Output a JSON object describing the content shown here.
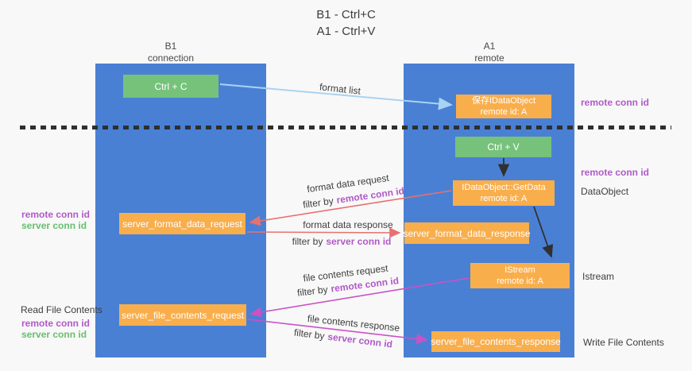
{
  "title": {
    "line1": "B1 - Ctrl+C",
    "line2": "A1 - Ctrl+V"
  },
  "lanes": {
    "left": {
      "name": "B1",
      "role": "connection"
    },
    "right": {
      "name": "A1",
      "role": "remote"
    }
  },
  "boxes": {
    "ctrl_c": "Ctrl + C",
    "ctrl_v": "Ctrl + V",
    "save_dataobject": {
      "line1": "保存IDataObject",
      "line2": "remote id: A"
    },
    "getdata": {
      "line1": "IDataObject::GetData",
      "line2": "remote id: A"
    },
    "istream": {
      "line1": "IStream",
      "line2": "remote id: A"
    },
    "server_format_data_request": "server_format_data_request",
    "server_format_data_response": "server_format_data_response",
    "server_file_contents_request": "server_file_contents_request",
    "server_file_contents_response": "server_file_contents_response"
  },
  "edge_labels": {
    "format_list": "format list",
    "format_data_request": "format data request",
    "format_data_response": "format data response",
    "file_contents_request": "file contents request",
    "file_contents_response": "file contents response",
    "filter_by": "filter by",
    "remote_conn_id": "remote conn id",
    "server_conn_id": "server conn id"
  },
  "side_labels": {
    "remote_conn_id": "remote conn id",
    "server_conn_id": "server conn id",
    "dataobject": "DataObject",
    "istream": "Istream",
    "read_file_contents": "Read File Contents",
    "write_file_contents": "Write File Contents"
  },
  "colors": {
    "lane_blue": "#4a80d4",
    "box_orange": "#f9ae4c",
    "box_green": "#76c27b",
    "purple_text": "#b05ac8",
    "green_text": "#67bf6e",
    "red_arrow": "#e87070",
    "magenta_arrow": "#ca52c5",
    "light_blue_arrow": "#a9d3f2",
    "black_arrow": "#303030"
  }
}
